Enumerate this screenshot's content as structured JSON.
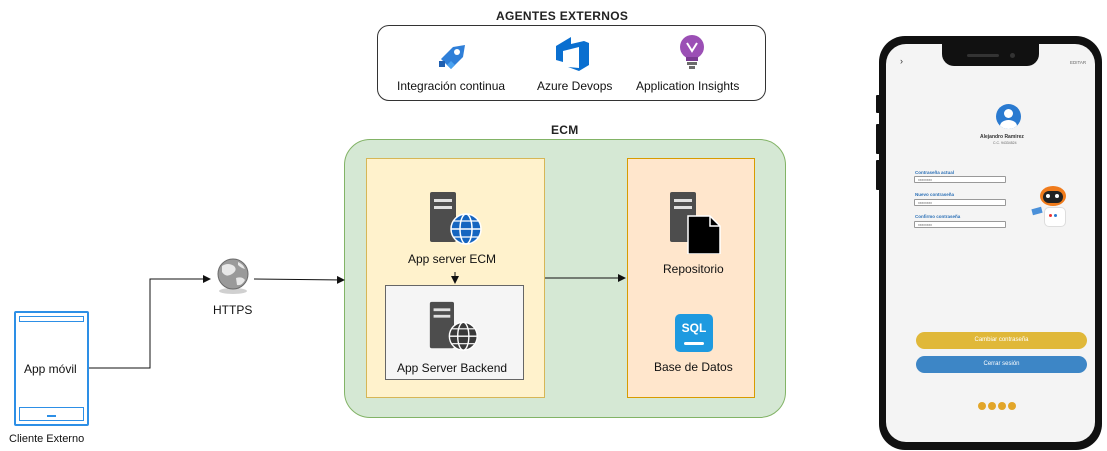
{
  "agents": {
    "title": "AGENTES EXTERNOS",
    "items": [
      {
        "label": "Integración continua",
        "icon": "pipelines-icon"
      },
      {
        "label": "Azure Devops",
        "icon": "azure-devops-icon"
      },
      {
        "label": "Application Insights",
        "icon": "lightbulb-icon"
      }
    ]
  },
  "ecm": {
    "title": "ECM",
    "app_server": "App server ECM",
    "backend": "App Server Backend",
    "repository": "Repositorio",
    "database": "Base de Datos",
    "sql_badge": "SQL"
  },
  "client": {
    "device_label": "App móvil",
    "caption": "Cliente Externo"
  },
  "network": {
    "label": "HTTPS"
  },
  "phone": {
    "edit": "EDITAR",
    "user_name": "Alejandro Ramirez",
    "user_id": "C.C. 94334524",
    "fields": [
      {
        "label": "Contraseña actual",
        "value": "xxxxxxxx"
      },
      {
        "label": "Nuevo contraseña",
        "value": "xxxxxxxx"
      },
      {
        "label": "Confirmo contraseña",
        "value": "xxxxxxxx"
      }
    ],
    "change_password": "Cambiar contraseña",
    "logout": "Cerrar sesión"
  },
  "colors": {
    "ecm_fill": "#d5e8d4",
    "left_panel_fill": "#fff2cc",
    "right_panel_fill": "#ffe6cc",
    "device_blue": "#2d8fe6",
    "button_gold": "#e0b839",
    "button_blue": "#3d86c6"
  }
}
